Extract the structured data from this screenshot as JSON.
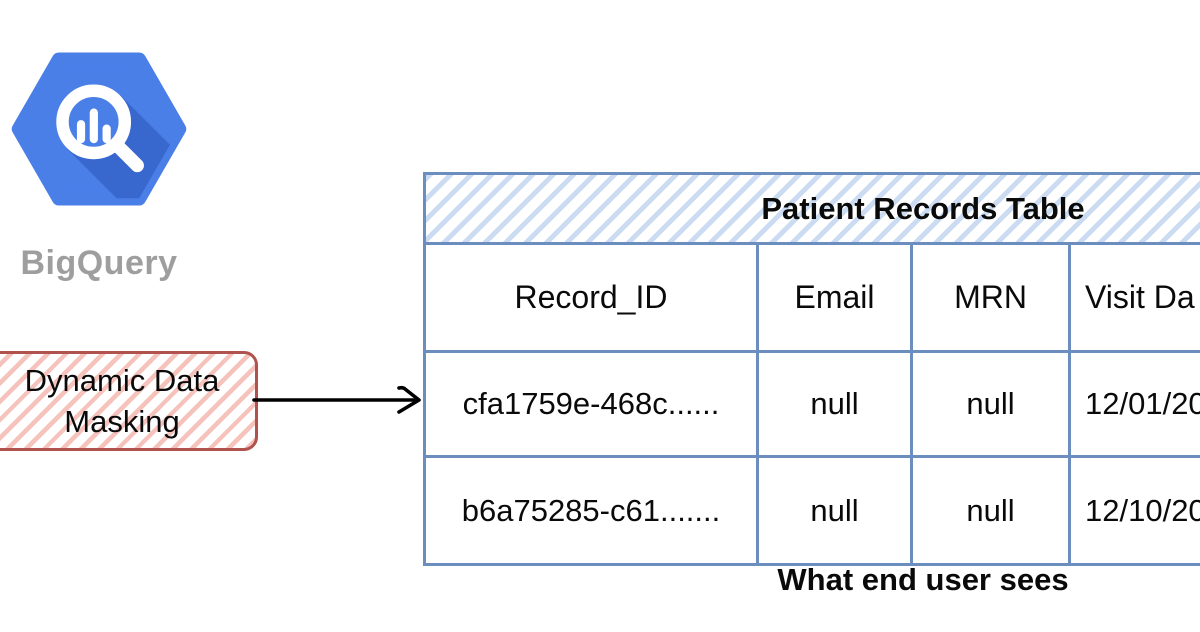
{
  "bigquery": {
    "label": "BigQuery"
  },
  "masking": {
    "label_line1": "Dynamic Data",
    "label_line2": "Masking"
  },
  "table": {
    "title": "Patient Records Table",
    "columns": [
      "Record_ID",
      "Email",
      "MRN",
      "Visit Da"
    ],
    "rows": [
      [
        "cfa1759e-468c......",
        "null",
        "null",
        "12/01/20"
      ],
      [
        "b6a75285-c61.......",
        "null",
        "null",
        "12/10/20"
      ]
    ],
    "caption": "What end user sees"
  },
  "colors": {
    "table_border": "#6C8EBF",
    "table_hatch": "#CBDCF2",
    "mask_border": "#B0524E",
    "mask_hatch": "#F5C2BC",
    "logo_blue": "#4B7FE8",
    "logo_shadow": "#3867CE",
    "label_gray": "#9E9E9E"
  }
}
